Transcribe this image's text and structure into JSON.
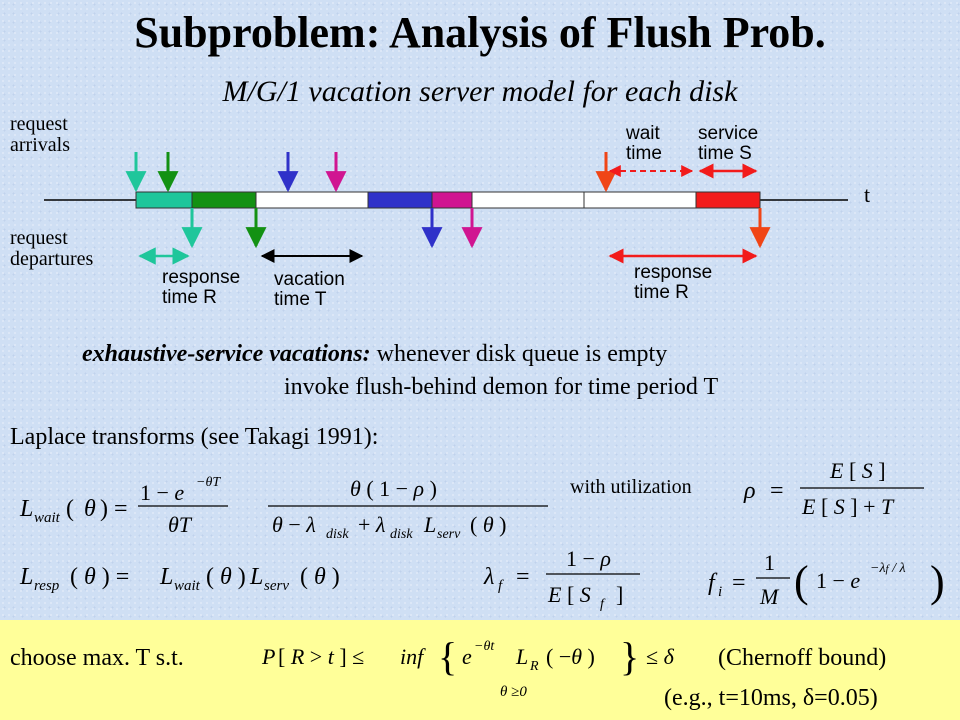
{
  "title": "Subproblem: Analysis of Flush Prob.",
  "subtitle": "M/G/1 vacation server model for each disk",
  "diagram": {
    "request_arrivals": "request\narrivals",
    "request_departures": "request\ndepartures",
    "wait_time": "wait\ntime",
    "service_time": "service\ntime S",
    "axis_t": "t",
    "response_time_left": "response\ntime R",
    "vacation_time": "vacation\ntime T",
    "response_time_right": "response\ntime R",
    "colors": {
      "teal": "#1fc69b",
      "green": "#139113",
      "blue": "#2f31c9",
      "magenta": "#d01591",
      "red": "#f21b1b",
      "orange_red": "#f04516"
    }
  },
  "exhaustive": {
    "bold_prefix": "exhaustive-service vacations:",
    "line1_rest": "whenever disk queue is empty",
    "line2": "invoke flush-behind demon for time period T"
  },
  "laplace_heading": "Laplace transforms (see Takagi 1991):",
  "with_utilization": "with utilization",
  "bottom": {
    "choose_text": "choose max. T s.t.",
    "chernoff": "(Chernoff bound)",
    "example": "(e.g., t=10ms, δ=0.05)"
  }
}
